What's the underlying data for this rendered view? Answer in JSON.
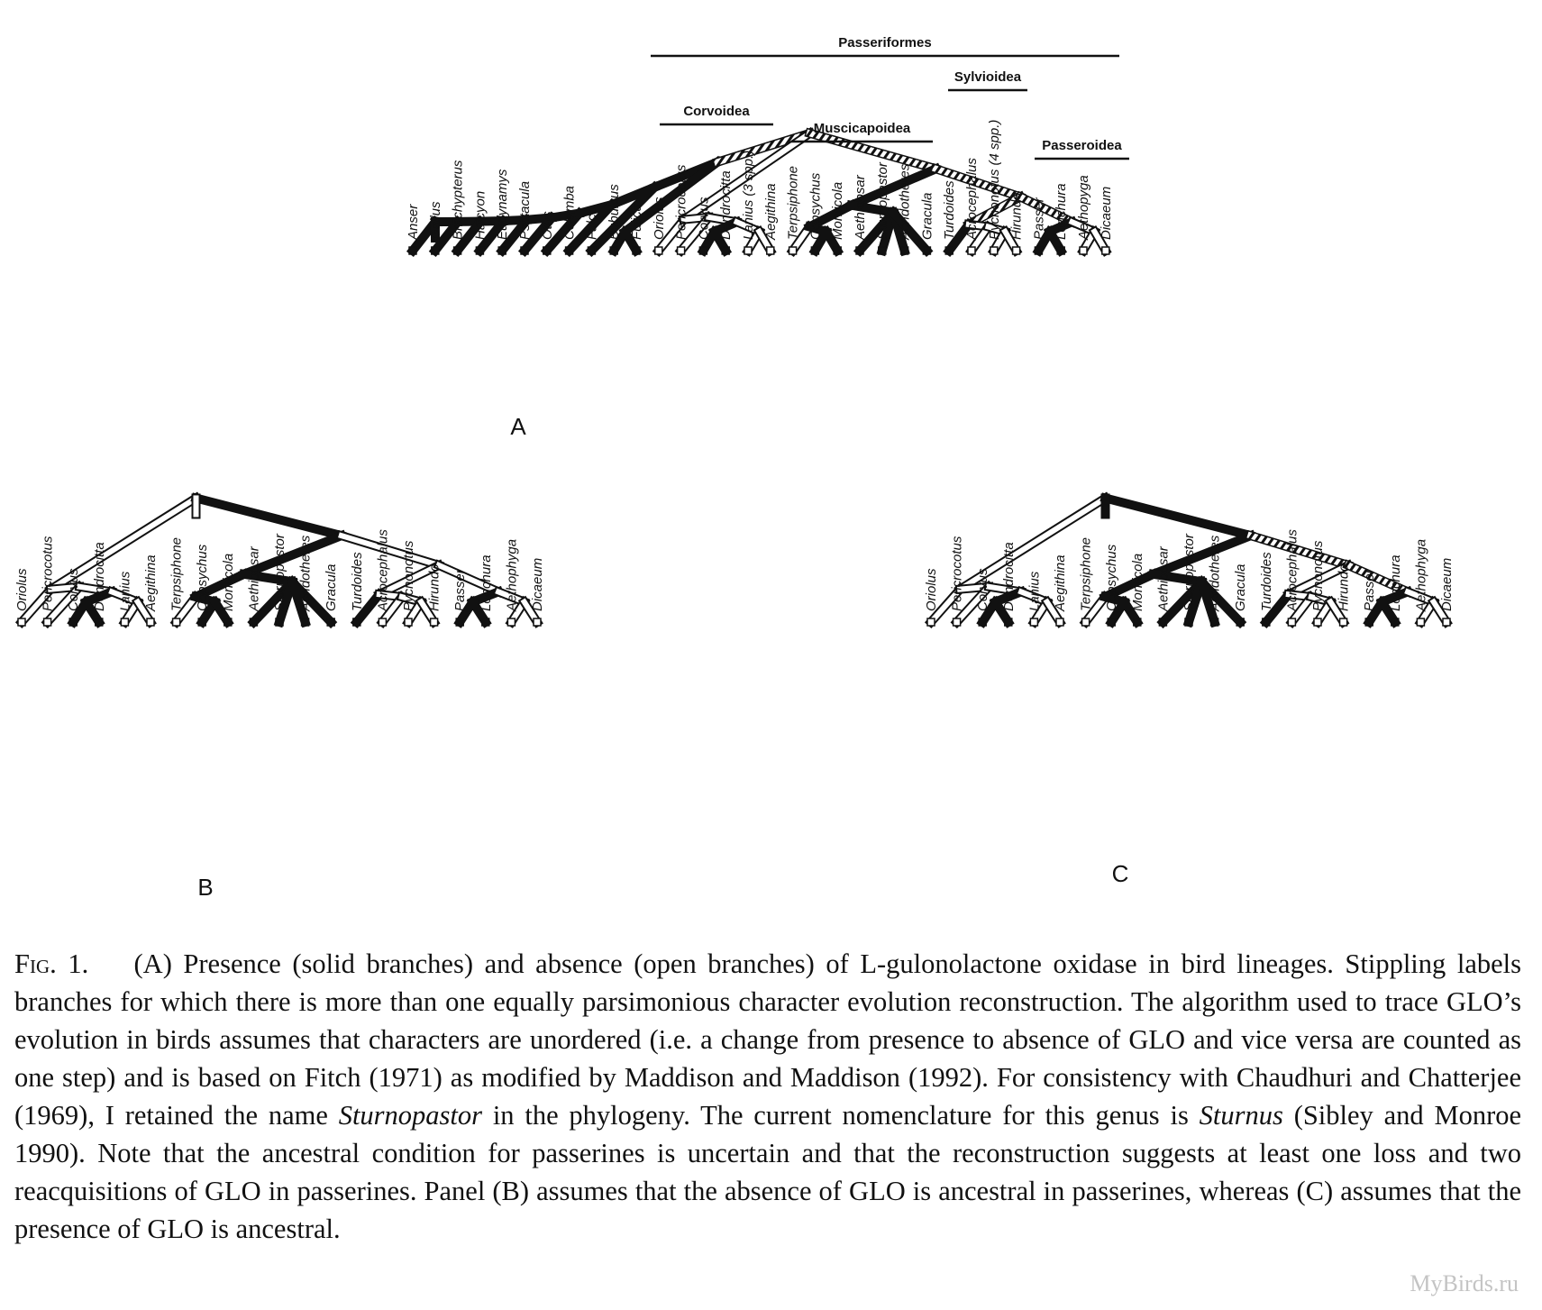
{
  "colors": {
    "solid": "#111111",
    "open": "#ffffff",
    "stippled": "#9a9a9a",
    "ink": "#111111"
  },
  "panels": [
    {
      "id": "A",
      "label": "A",
      "taxa": [
        {
          "name": "Anser",
          "state": "present"
        },
        {
          "name": "Gallus",
          "state": "present"
        },
        {
          "name": "Brachypterus",
          "state": "present"
        },
        {
          "name": "Halcyon",
          "state": "present"
        },
        {
          "name": "Eudynamys",
          "state": "present"
        },
        {
          "name": "Psittacula",
          "state": "present"
        },
        {
          "name": "Otus",
          "state": "present"
        },
        {
          "name": "Columba",
          "state": "present"
        },
        {
          "name": "Falco",
          "state": "present"
        },
        {
          "name": "Bubulcus",
          "state": "present"
        },
        {
          "name": "Fulica",
          "state": "present"
        },
        {
          "name": "Oriolus",
          "state": "absent"
        },
        {
          "name": "Pericrocotus",
          "state": "absent"
        },
        {
          "name": "Corvus",
          "state": "present"
        },
        {
          "name": "Dendrocitta",
          "state": "present"
        },
        {
          "name": "Lanius (3 spp.)",
          "state": "absent"
        },
        {
          "name": "Aegithina",
          "state": "absent"
        },
        {
          "name": "Terpsiphone",
          "state": "absent"
        },
        {
          "name": "Copsychus",
          "state": "present"
        },
        {
          "name": "Monticola",
          "state": "present"
        },
        {
          "name": "Aethiopsar",
          "state": "present"
        },
        {
          "name": "Sturnopastor",
          "state": "present"
        },
        {
          "name": "Acridotheres",
          "state": "present"
        },
        {
          "name": "Gracula",
          "state": "present"
        },
        {
          "name": "Turdoides",
          "state": "present"
        },
        {
          "name": "Acrocephalus",
          "state": "absent"
        },
        {
          "name": "Pycnonotus (4 spp.)",
          "state": "absent"
        },
        {
          "name": "Hirundo",
          "state": "absent"
        },
        {
          "name": "Passer",
          "state": "present"
        },
        {
          "name": "Lonchura",
          "state": "present"
        },
        {
          "name": "Aethopyga",
          "state": "absent"
        },
        {
          "name": "Dicaeum",
          "state": "absent"
        }
      ],
      "groups": [
        {
          "name": "Passeriformes"
        },
        {
          "name": "Corvoidea"
        },
        {
          "name": "Muscicapoidea"
        },
        {
          "name": "Sylvioidea"
        },
        {
          "name": "Passeroidea"
        }
      ]
    },
    {
      "id": "B",
      "label": "B",
      "taxa": [
        {
          "name": "Oriolus",
          "state": "absent"
        },
        {
          "name": "Pericrocotus",
          "state": "absent"
        },
        {
          "name": "Corvus",
          "state": "present"
        },
        {
          "name": "Dendrocitta",
          "state": "present"
        },
        {
          "name": "Lanius",
          "state": "absent"
        },
        {
          "name": "Aegithina",
          "state": "absent"
        },
        {
          "name": "Terpsiphone",
          "state": "absent"
        },
        {
          "name": "Copsychus",
          "state": "present"
        },
        {
          "name": "Monticola",
          "state": "present"
        },
        {
          "name": "Aethiposar",
          "state": "present"
        },
        {
          "name": "Sturnopastor",
          "state": "present"
        },
        {
          "name": "Acridotheres",
          "state": "present"
        },
        {
          "name": "Gracula",
          "state": "present"
        },
        {
          "name": "Turdoides",
          "state": "present"
        },
        {
          "name": "Acrocephalus",
          "state": "absent"
        },
        {
          "name": "Pycnonotus",
          "state": "absent"
        },
        {
          "name": "Hirundo",
          "state": "absent"
        },
        {
          "name": "Passer",
          "state": "present"
        },
        {
          "name": "Lonchura",
          "state": "present"
        },
        {
          "name": "Aethophyga",
          "state": "absent"
        },
        {
          "name": "Dicaeum",
          "state": "absent"
        }
      ]
    },
    {
      "id": "C",
      "label": "C",
      "taxa": [
        {
          "name": "Oriolus",
          "state": "absent"
        },
        {
          "name": "Pericrocotus",
          "state": "absent"
        },
        {
          "name": "Corvus",
          "state": "present"
        },
        {
          "name": "Dendrocitta",
          "state": "present"
        },
        {
          "name": "Lanius",
          "state": "absent"
        },
        {
          "name": "Aegithina",
          "state": "absent"
        },
        {
          "name": "Terpsiphone",
          "state": "absent"
        },
        {
          "name": "Copsychus",
          "state": "present"
        },
        {
          "name": "Monticola",
          "state": "present"
        },
        {
          "name": "Aethiposar",
          "state": "present"
        },
        {
          "name": "Sturnopastor",
          "state": "present"
        },
        {
          "name": "Acridotheres",
          "state": "present"
        },
        {
          "name": "Gracula",
          "state": "present"
        },
        {
          "name": "Turdoides",
          "state": "present"
        },
        {
          "name": "Acrocephalus",
          "state": "absent"
        },
        {
          "name": "Pycnonotus",
          "state": "absent"
        },
        {
          "name": "Hirundo",
          "state": "absent"
        },
        {
          "name": "Passer",
          "state": "present"
        },
        {
          "name": "Lonchura",
          "state": "present"
        },
        {
          "name": "Aethophyga",
          "state": "absent"
        },
        {
          "name": "Dicaeum",
          "state": "absent"
        }
      ]
    }
  ],
  "caption": {
    "fig_label": "Fig. 1.",
    "t1": "(A) Presence (solid branches) and absence (open branches) of L-gulonolactone oxidase in bird lineages. Stippling labels branches for which there is more than one equally parsimonious character evolution reconstruction. The algorithm used to trace GLO’s evolution in birds assumes that characters are unordered (i.e. a change from presence to absence of GLO and vice versa are counted as one step) and is based on Fitch (1971) as modified by Maddison and Maddison (1992). For consistency with Chaudhuri and Chatterjee (1969), I retained the name",
    "i1": "Sturnopastor",
    "t2": "in the phylogeny. The current nomenclature for this genus is",
    "i2": "Sturnus",
    "t3": "(Sibley and Monroe 1990). Note that the ancestral condition for passerines is uncertain and that the reconstruction suggests at least one loss and two reacquisitions of GLO in passerines. Panel (B) assumes that the absence of GLO is ancestral in passerines, whereas (C) assumes that the presence of GLO is ancestral."
  },
  "watermark": "MyBirds.ru"
}
